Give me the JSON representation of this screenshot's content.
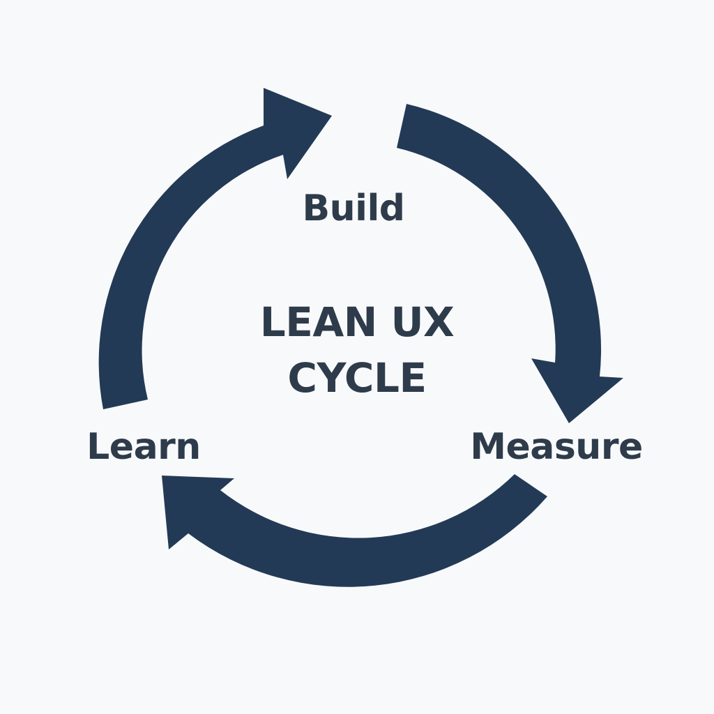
{
  "diagram": {
    "title_lines": [
      "LEAN UX",
      "CYCLE"
    ],
    "stages": {
      "build": "Build",
      "measure": "Measure",
      "learn": "Learn"
    },
    "arrow_color": "#233a56",
    "text_color": "#2e3b4a",
    "background_color": "#f8f9fa"
  }
}
